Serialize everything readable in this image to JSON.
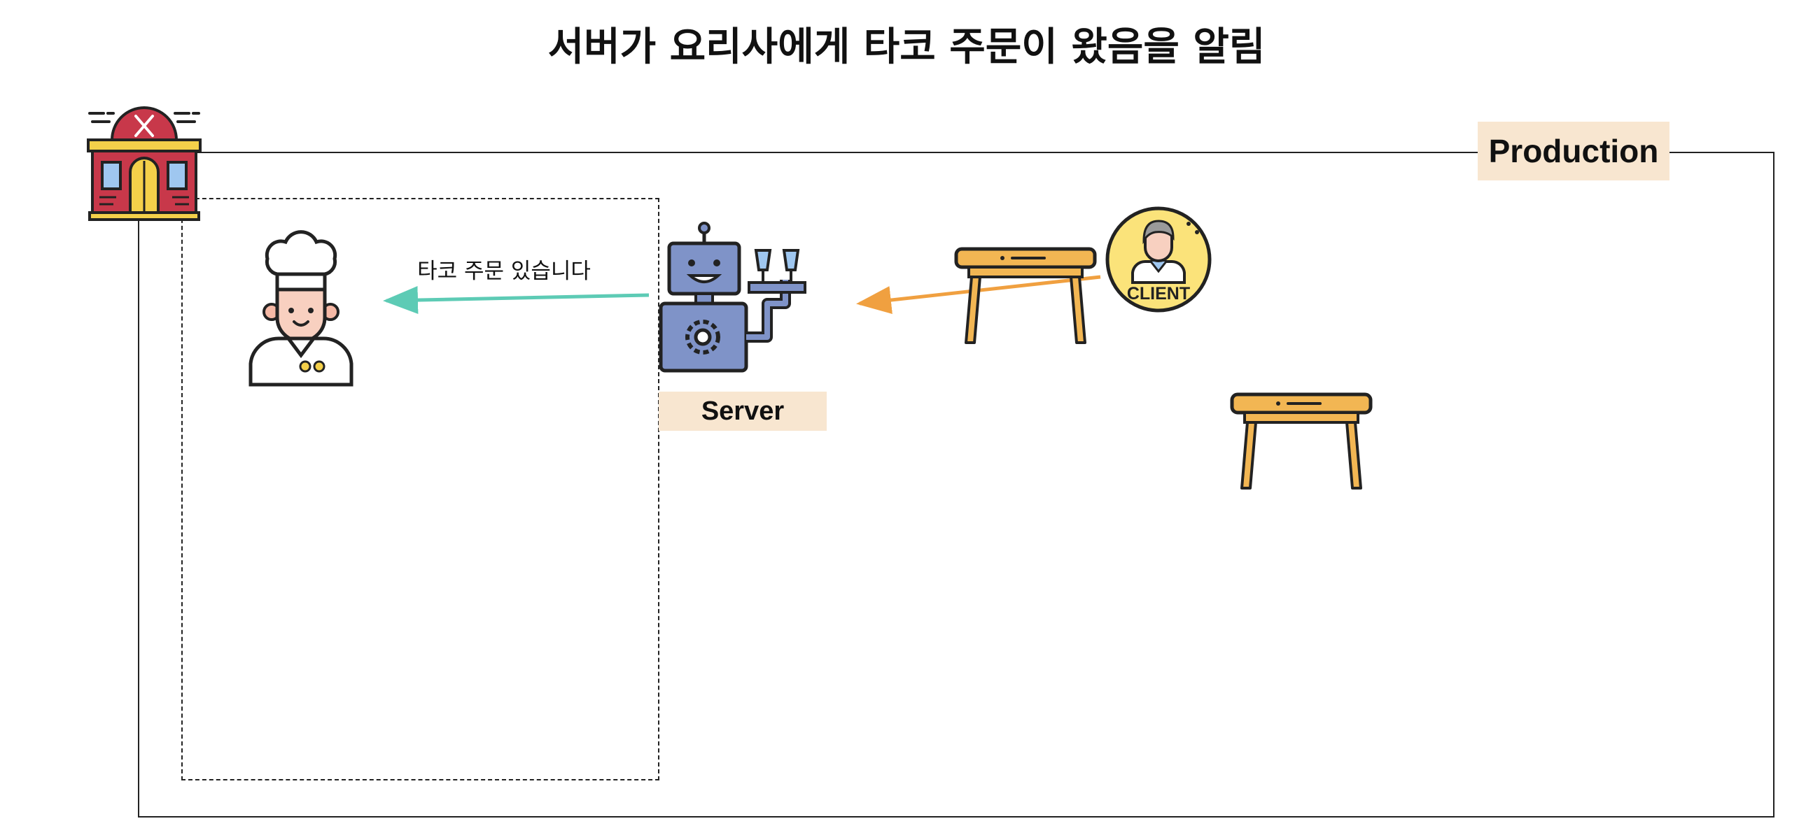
{
  "title": "서버가 요리사에게 타코 주문이 왔음을 알림",
  "production_label": "Production",
  "server_label": "Server",
  "message": "타코 주문 있습니다",
  "client_badge_text": "CLIENT",
  "icons": {
    "restaurant": "restaurant-building-icon",
    "chef": "chef-icon",
    "server": "robot-waiter-icon",
    "client": "client-avatar-icon",
    "table": "table-icon"
  },
  "colors": {
    "message_arrow": "#5dcbb5",
    "client_arrow": "#f0a040",
    "label_background": "#f8e6d0",
    "restaurant_red": "#c8384a",
    "robot_blue": "#7f93c8",
    "table_orange": "#f2b653",
    "client_yellow": "#fbe37a"
  }
}
